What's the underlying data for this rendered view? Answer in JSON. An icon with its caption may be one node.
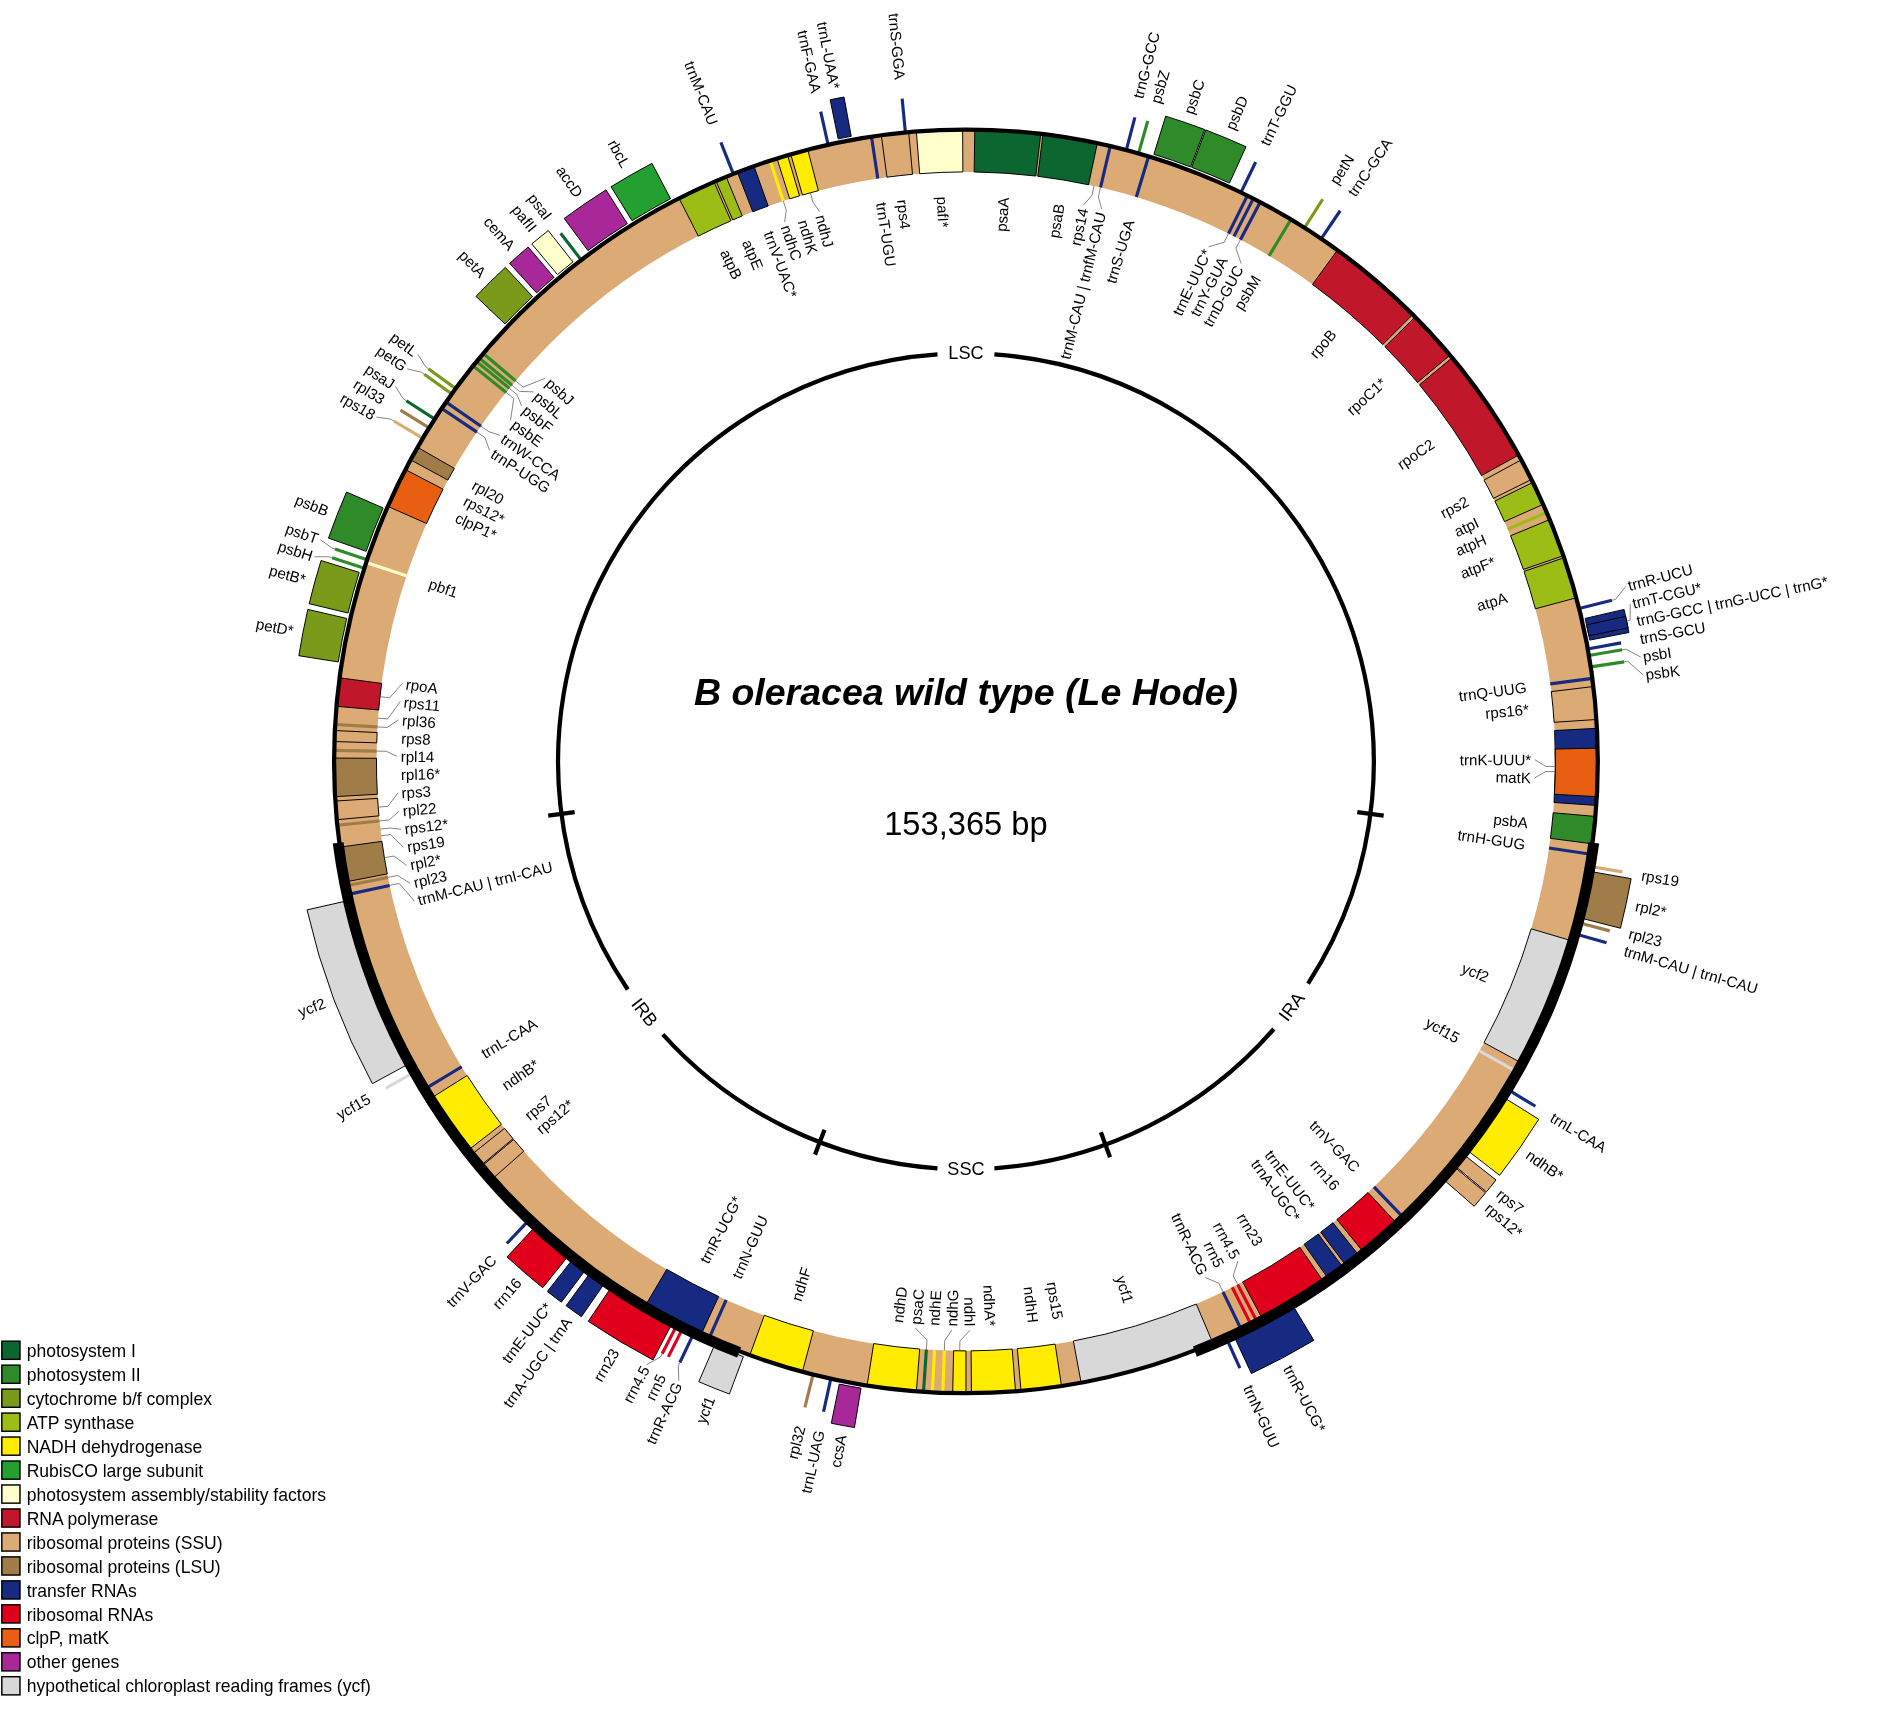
{
  "diagram": {
    "title": "B oleracea wild type (Le Hode)",
    "labels": [
      "psaA",
      "psaB",
      "rps14",
      "trnM-CAU | trnfM-CAU",
      "trnG-GCC",
      "psbZ",
      "trnS-UGA",
      "psbC",
      "psbD",
      "trnT-GGU",
      "trnE-UUC*",
      "trnY-GUA",
      "trnD-GUC",
      "psbM",
      "petN",
      "trnC-GCA",
      "rpoB",
      "rpoC1*",
      "rpoC2",
      "rps2",
      "atpI",
      "atpH",
      "atpF*",
      "atpA",
      "trnR-UCU",
      "trnT-CGU*",
      "trnG-GCC | trnG-UCC | trnG*",
      "trnS-GCU",
      "psbI",
      "psbK",
      "trnQ-UUG",
      "rps16*",
      "trnK-UUU*",
      "matK",
      "psbA",
      "trnH-GUG",
      "rps19",
      "rpl2*",
      "rpl23",
      "trnM-CAU | trnI-CAU",
      "ycf2",
      "ycf15",
      "trnL-CAA",
      "ndhB*",
      "rps7",
      "rps12*",
      "trnV-GAC",
      "rrn16",
      "trnE-UUC*",
      "trnA-UGC*",
      "rrn23",
      "rrn4.5",
      "rrn5",
      "trnR-ACG",
      "trnN-GUU",
      "trnR-UCG*",
      "ycf1",
      "rps15",
      "ndhH",
      "ndhA*",
      "ndhI",
      "ndhG",
      "ndhE",
      "psaC",
      "ndhD",
      "ccsA",
      "trnL-UAG",
      "rpl32",
      "ndhF",
      "ycf1",
      "trnN-GUU",
      "trnR-UCG*",
      "trnR-ACG",
      "rrn5",
      "rrn4.5",
      "rrn23",
      "trnA-UGC | trnA",
      "trnE-UUC*",
      "rrn16",
      "trnV-GAC",
      "rps12*",
      "rps7",
      "ndhB*",
      "trnL-CAA",
      "ycf15",
      "ycf2",
      "trnM-CAU | trnI-CAU",
      "rpl23",
      "rpl2*",
      "rps19",
      "rps12*",
      "rpl22",
      "rps3",
      "rpl16*",
      "rpl14",
      "rps8",
      "rpl36",
      "rps11",
      "rpoA",
      "petD*",
      "petB*",
      "psbH",
      "psbT",
      "pbf1",
      "psbB",
      "clpP1*",
      "rps12*",
      "rpl20",
      "rps18",
      "rpl33",
      "psaJ",
      "trnP-UGG",
      "trnW-CCA",
      "petG",
      "petL",
      "psbE",
      "psbF",
      "psbL",
      "psbJ",
      "petA",
      "cemA",
      "pafII",
      "psaI",
      "accD",
      "rbcL",
      "atpB",
      "atpE",
      "trnM-CAU",
      "trnV-UAC*",
      "ndhC",
      "ndhK",
      "ndhJ",
      "trnF-GAA",
      "trnL-UAA*",
      "trnT-UGU",
      "rps4",
      "trnS-GGA",
      "pafI*",
      "LSC",
      "IRA",
      "SSC",
      "IRB",
      "153,365 bp"
    ],
    "legend": [
      {
        "text": "photosystem I",
        "color": "#0b672f"
      },
      {
        "text": "photosystem II",
        "color": "#2f8a2a"
      },
      {
        "text": "cytochrome b/f complex",
        "color": "#7a9a1a"
      },
      {
        "text": "ATP synthase",
        "color": "#9bbd16"
      },
      {
        "text": "NADH dehydrogenase",
        "color": "#ffec00"
      },
      {
        "text": "RubisCO large subunit",
        "color": "#23a02f"
      },
      {
        "text": "photosystem assembly/stability factors",
        "color": "#ffffcc"
      },
      {
        "text": "RNA polymerase",
        "color": "#c0182a"
      },
      {
        "text": "ribosomal proteins (SSU)",
        "color": "#dcaa74"
      },
      {
        "text": "ribosomal proteins (LSU)",
        "color": "#a07c48"
      },
      {
        "text": "transfer RNAs",
        "color": "#172a82"
      },
      {
        "text": "ribosomal RNAs",
        "color": "#e0001b"
      },
      {
        "text": "clpP, matK",
        "color": "#e85f12"
      },
      {
        "text": "other genes",
        "color": "#a8289a"
      },
      {
        "text": "hypothetical chloroplast reading frames (ycf)",
        "color": "#d8d8d8"
      }
    ]
  }
}
